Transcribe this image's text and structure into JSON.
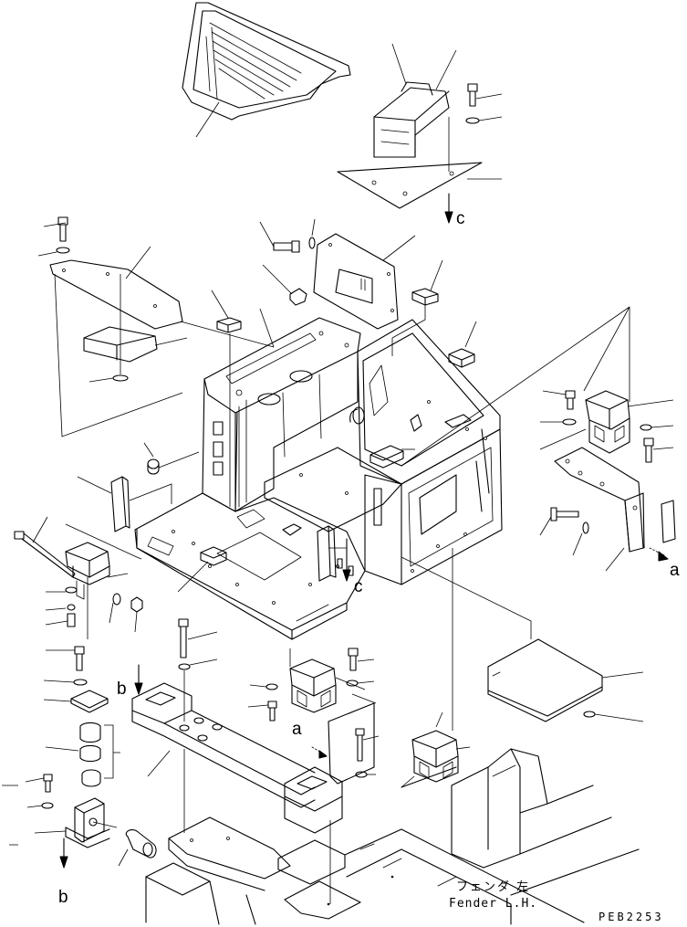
{
  "labels": {
    "c_top": "c",
    "c_mid": "c",
    "a_right": "a",
    "a_mid": "a",
    "b_left": "b",
    "b_bottom": "b"
  },
  "caption": {
    "japanese": "フェンダ 左",
    "english": "Fender L.H."
  },
  "drawing_code": "PEB2253"
}
